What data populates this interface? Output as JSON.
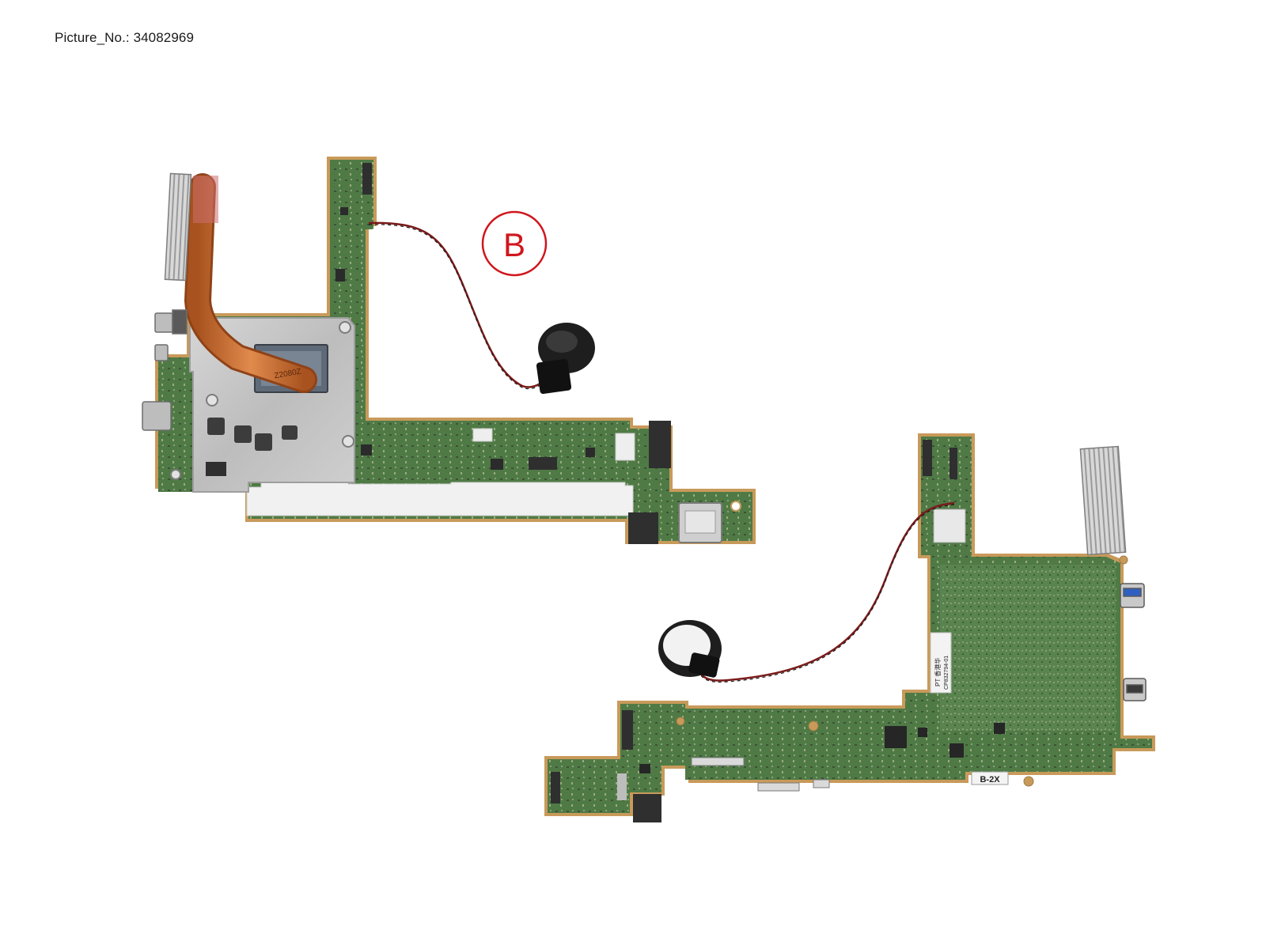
{
  "caption": "Picture_No.: 34082969",
  "callout_letter": "B",
  "top_board": {
    "heatpipe_marking": "Z2080Z"
  },
  "bottom_board": {
    "silkscreen_label": "B-2X",
    "sticker_line1": "PT 香港华",
    "sticker_line2": "CP832794-01"
  },
  "colors": {
    "pcb_green": "#4f7a45",
    "pcb_dark": "#3d6536",
    "gold_edge": "#c89a5a",
    "shield_silver": "#c9c9c9",
    "copper": "#c8692d",
    "callout_red": "#d0161c",
    "foil_white": "#f1f1f1"
  }
}
